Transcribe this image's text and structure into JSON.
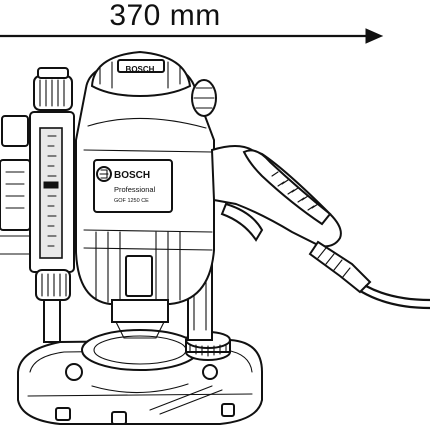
{
  "dimension": {
    "label": "370 mm"
  },
  "product": {
    "brand_housing": "BOSCH",
    "brand_top": "BOSCH",
    "line": "Professional",
    "model": "GOF 1250 CE"
  }
}
